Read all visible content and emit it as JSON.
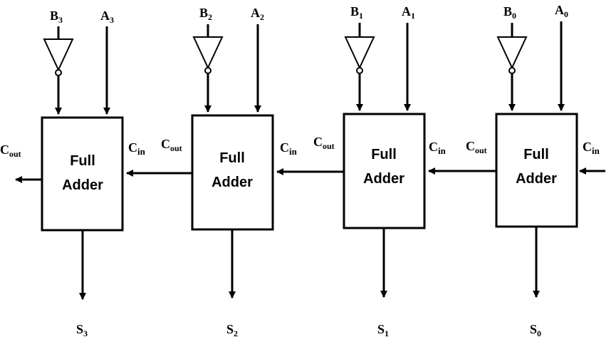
{
  "colors": {
    "stroke": "#000000",
    "background": "#ffffff",
    "fill": "#ffffff"
  },
  "block_label_line1": "Full",
  "block_label_line2": "Adder",
  "cout_label": {
    "main": "C",
    "sub": "out"
  },
  "cin_label": {
    "main": "C",
    "sub": "in"
  },
  "stages": [
    {
      "b": {
        "main": "B",
        "sub": "3"
      },
      "a": {
        "main": "A",
        "sub": "3"
      },
      "s": {
        "main": "S",
        "sub": "3"
      }
    },
    {
      "b": {
        "main": "B",
        "sub": "2"
      },
      "a": {
        "main": "A",
        "sub": "2"
      },
      "s": {
        "main": "S",
        "sub": "2"
      }
    },
    {
      "b": {
        "main": "B",
        "sub": "1"
      },
      "a": {
        "main": "A",
        "sub": "1"
      },
      "s": {
        "main": "S",
        "sub": "1"
      }
    },
    {
      "b": {
        "main": "B",
        "sub": "0"
      },
      "a": {
        "main": "A",
        "sub": "0"
      },
      "s": {
        "main": "S",
        "sub": "0"
      }
    }
  ]
}
